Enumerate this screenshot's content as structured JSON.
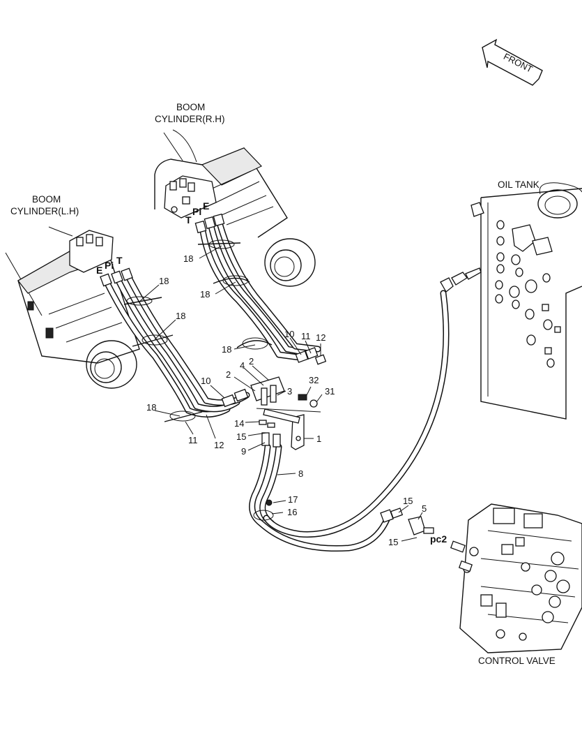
{
  "labels": {
    "front": "FRONT",
    "boom_rh_line1": "BOOM",
    "boom_rh_line2": "CYLINDER(R.H)",
    "boom_lh_line1": "BOOM",
    "boom_lh_line2": "CYLINDER(L.H)",
    "oil_tank": "OIL TANK",
    "control_valve": "CONTROL VALVE"
  },
  "ports": {
    "rh_t": "T",
    "rh_pi": "Pi",
    "rh_e": "E",
    "lh_e": "E",
    "lh_pi": "Pi",
    "lh_t": "T",
    "pc2": "pc2"
  },
  "callouts": [
    "18",
    "18",
    "18",
    "18",
    "18",
    "18",
    "10",
    "11",
    "12",
    "4",
    "2",
    "2",
    "3",
    "32",
    "31",
    "10",
    "14",
    "15",
    "1",
    "9",
    "11",
    "12",
    "8",
    "17",
    "16",
    "15",
    "5",
    "15"
  ]
}
